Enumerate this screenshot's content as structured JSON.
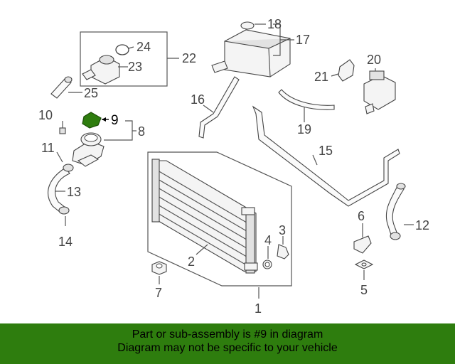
{
  "diagram": {
    "callouts": {
      "c1": "1",
      "c2": "2",
      "c3": "3",
      "c4": "4",
      "c5": "5",
      "c6": "6",
      "c7": "7",
      "c8": "8",
      "c9": "9",
      "c10": "10",
      "c11": "11",
      "c12": "12",
      "c13": "13",
      "c14": "14",
      "c15": "15",
      "c16": "16",
      "c17": "17",
      "c18": "18",
      "c19": "19",
      "c20": "20",
      "c21": "21",
      "c22": "22",
      "c23": "23",
      "c24": "24",
      "c25": "25"
    },
    "highlight_color": "#2e7d0e",
    "highlighted_part": "9"
  },
  "banner": {
    "line1": "Part or sub-assembly is #9 in diagram",
    "line2": "Diagram may not be specific to your vehicle"
  }
}
